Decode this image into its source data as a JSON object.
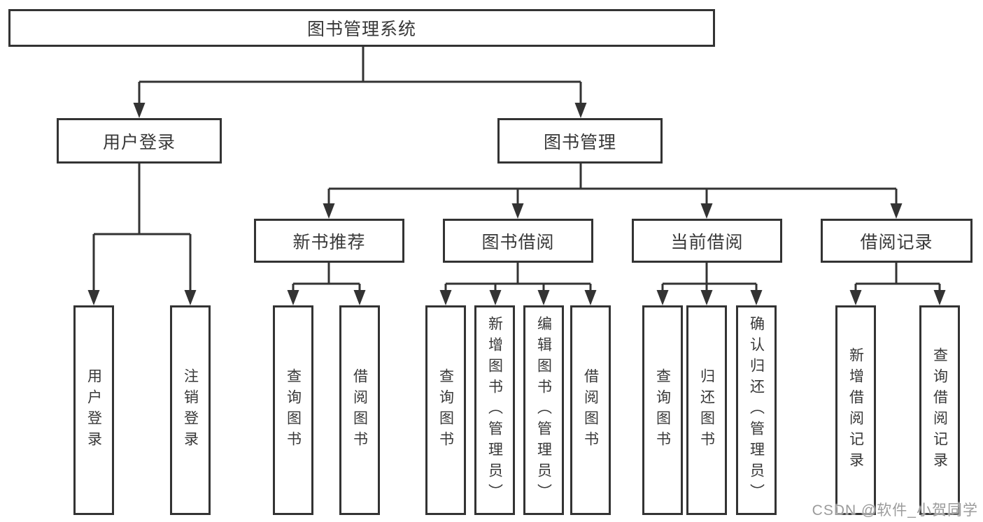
{
  "colors": {
    "line": "#333333",
    "text": "#383838",
    "box_background": "#ffffff",
    "watermark_color": "#9b9b9b"
  },
  "watermark": "CSDN @软件_小贺同学",
  "tree": {
    "label": "图书管理系统",
    "children": [
      {
        "label": "用户登录",
        "children": [
          {
            "label": "用户登录"
          },
          {
            "label": "注销登录"
          }
        ]
      },
      {
        "label": "图书管理",
        "children": [
          {
            "label": "新书推荐",
            "children": [
              {
                "label": "查询图书"
              },
              {
                "label": "借阅图书"
              }
            ]
          },
          {
            "label": "图书借阅",
            "children": [
              {
                "label": "查询图书"
              },
              {
                "label": "新增图书（管理员）"
              },
              {
                "label": "编辑图书（管理员）"
              },
              {
                "label": "借阅图书"
              }
            ]
          },
          {
            "label": "当前借阅",
            "children": [
              {
                "label": "查询图书"
              },
              {
                "label": "归还图书"
              },
              {
                "label": "确认归还（管理员）"
              }
            ]
          },
          {
            "label": "借阅记录",
            "children": [
              {
                "label": "新增借阅记录"
              },
              {
                "label": "查询借阅记录"
              }
            ]
          }
        ]
      }
    ]
  }
}
